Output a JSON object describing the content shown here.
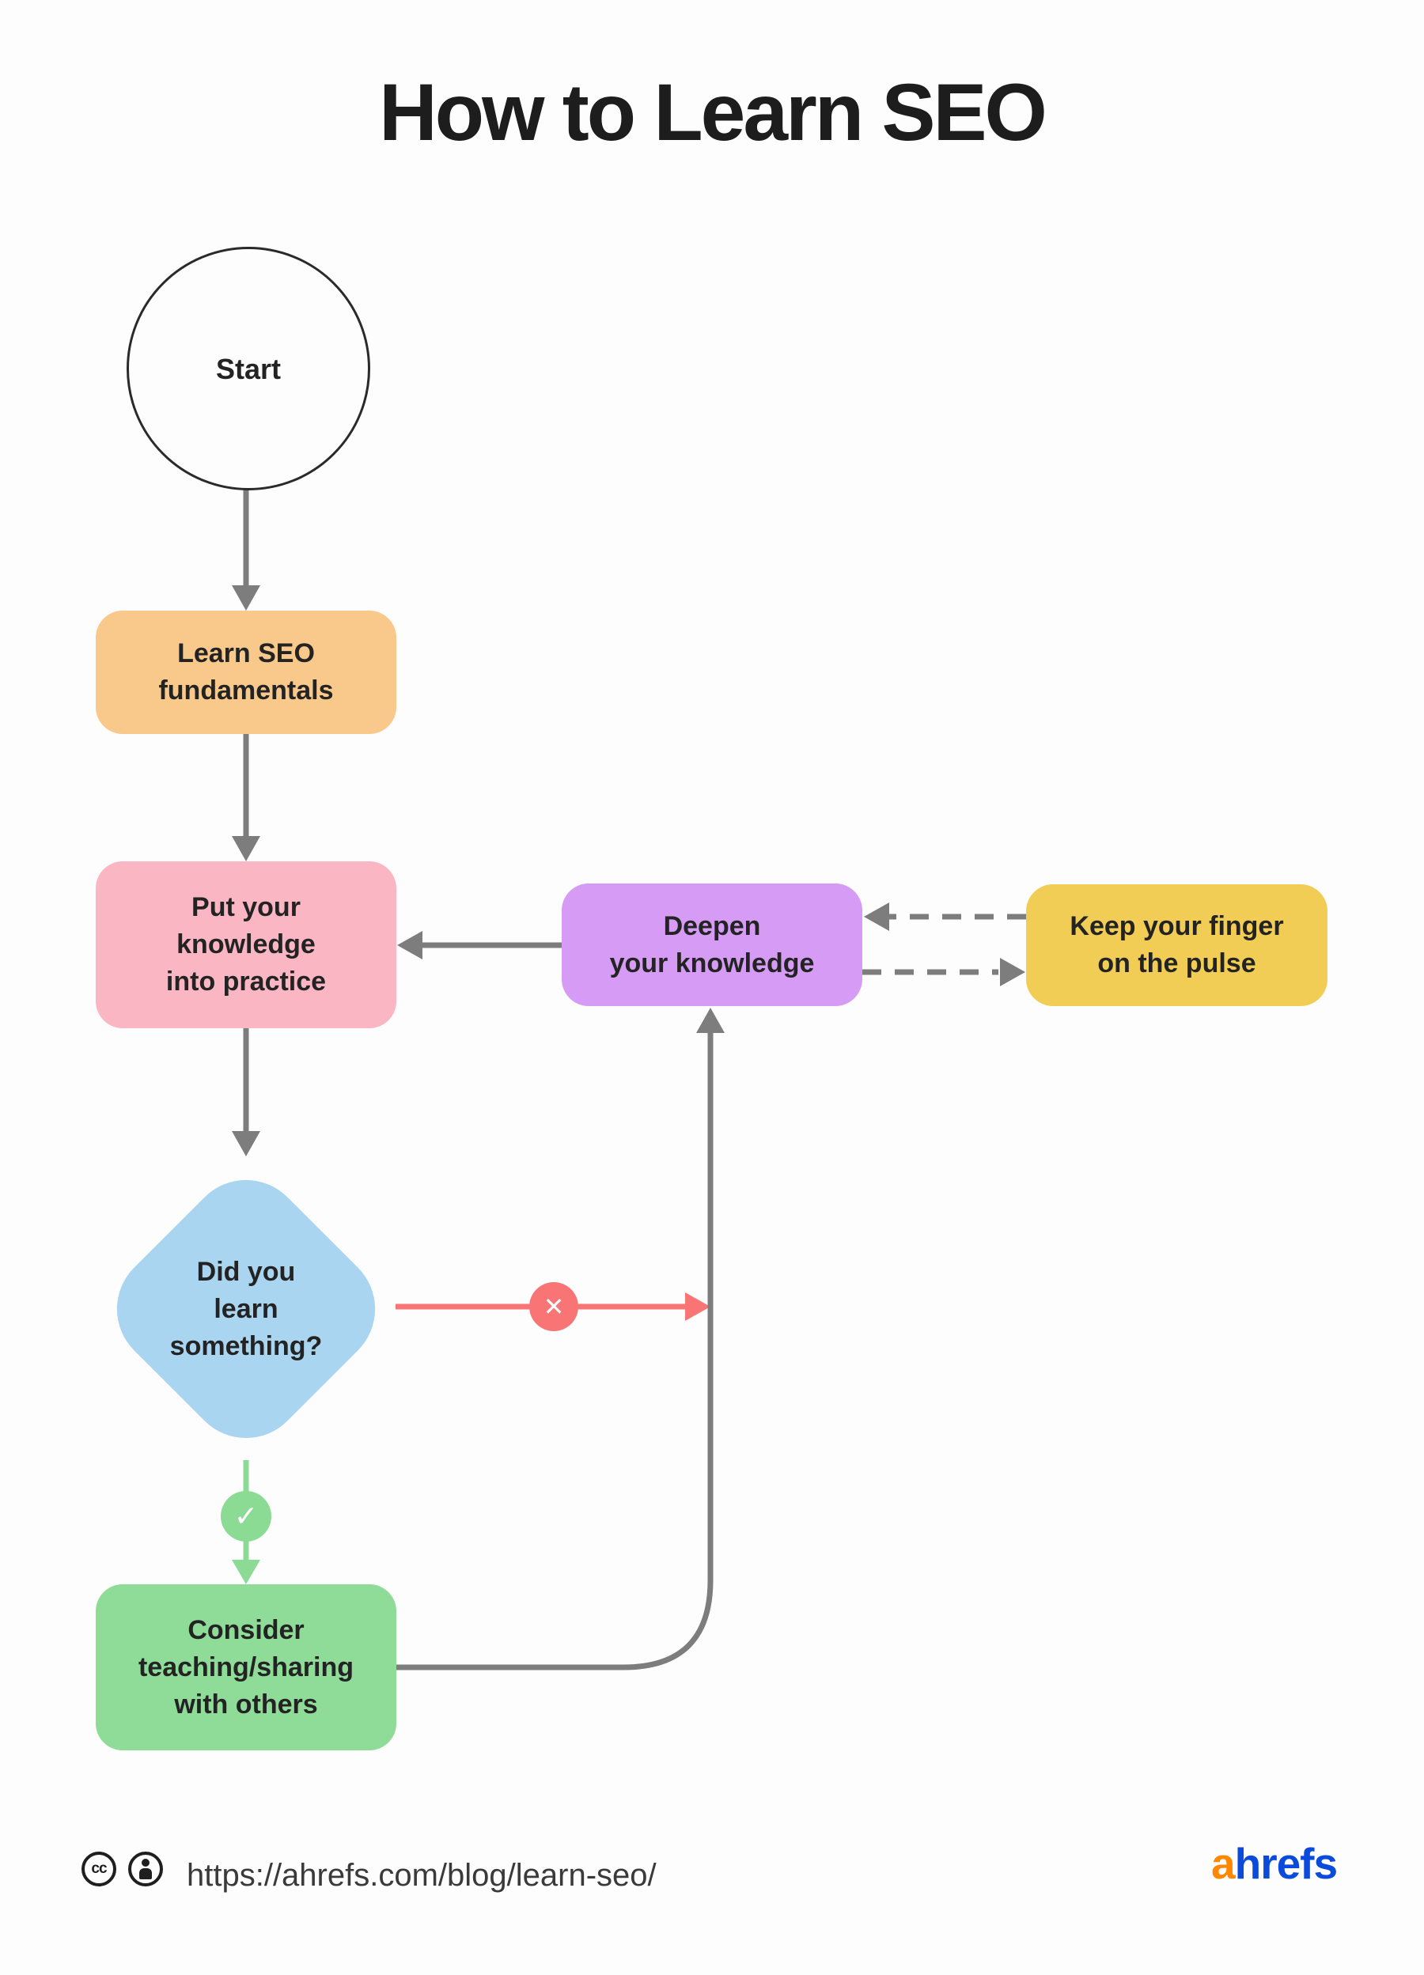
{
  "title": "How to Learn SEO",
  "colors": {
    "background": "#fdfdfd",
    "connector": "#7d7d7d",
    "no_path": "#f97474",
    "yes_path": "#8cdb94",
    "text": "#232323"
  },
  "nodes": {
    "start": {
      "label": "Start",
      "fill": "#fdfdfd",
      "shape": "circle"
    },
    "fundamentals": {
      "label": "Learn SEO\nfundamentals",
      "fill": "#f9c98c",
      "shape": "rounded-rect"
    },
    "practice": {
      "label": "Put your\nknowledge\ninto practice",
      "fill": "#fbb6c4",
      "shape": "rounded-rect"
    },
    "deepen": {
      "label": "Deepen\nyour knowledge",
      "fill": "#d69cf5",
      "shape": "rounded-rect"
    },
    "pulse": {
      "label": "Keep your finger\non the pulse",
      "fill": "#f1cd55",
      "shape": "rounded-rect"
    },
    "decision": {
      "label": "Did you\nlearn\nsomething?",
      "fill": "#a9d5f1",
      "shape": "diamond"
    },
    "teach": {
      "label": "Consider\nteaching/sharing\nwith others",
      "fill": "#8fdb98",
      "shape": "rounded-rect"
    }
  },
  "markers": {
    "no": {
      "glyph": "✕",
      "fill": "#f97474",
      "meaning": "no"
    },
    "yes": {
      "glyph": "✓",
      "fill": "#8cdb94",
      "meaning": "yes"
    }
  },
  "edges": [
    {
      "from": "start",
      "to": "fundamentals",
      "style": "solid"
    },
    {
      "from": "fundamentals",
      "to": "practice",
      "style": "solid"
    },
    {
      "from": "practice",
      "to": "decision",
      "style": "solid"
    },
    {
      "from": "deepen",
      "to": "practice",
      "style": "solid"
    },
    {
      "from": "pulse",
      "to": "deepen",
      "style": "dashed"
    },
    {
      "from": "deepen",
      "to": "pulse",
      "style": "dashed"
    },
    {
      "from": "decision",
      "to": "deepen",
      "style": "solid",
      "marker": "no"
    },
    {
      "from": "decision",
      "to": "teach",
      "style": "solid",
      "marker": "yes"
    },
    {
      "from": "teach",
      "to": "deepen",
      "style": "solid"
    }
  ],
  "footer": {
    "url": "https://ahrefs.com/blog/learn-seo/",
    "license": "cc-by",
    "brand_first": "a",
    "brand_rest": "hrefs",
    "brand_first_color": "#ff8800",
    "brand_rest_color": "#0a4bdc"
  }
}
